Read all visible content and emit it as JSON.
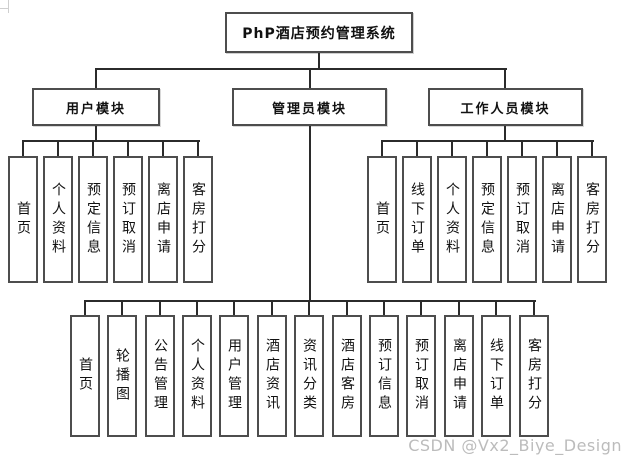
{
  "diagram": {
    "root_label": "PhP酒店预约管理系统",
    "modules": [
      {
        "id": "user",
        "label": "用户模块",
        "children": [
          "首页",
          "个人资料",
          "预定信息",
          "预订取消",
          "离店申请",
          "客房打分"
        ]
      },
      {
        "id": "admin",
        "label": "管理员模块",
        "children": [
          "首页",
          "轮播图",
          "公告管理",
          "个人资料",
          "用户管理",
          "酒店资讯",
          "资讯分类",
          "酒店客房",
          "预订信息",
          "预订取消",
          "离店申请",
          "线下订单",
          "客房打分"
        ]
      },
      {
        "id": "staff",
        "label": "工作人员模块",
        "children": [
          "首页",
          "线下订单",
          "个人资料",
          "预定信息",
          "预订取消",
          "离店申请",
          "客房打分"
        ]
      }
    ],
    "watermark": "CSDN @Vx2_Biye_Design",
    "colors": {
      "line": "#2b2b2b",
      "box_border": "#4d4d4d",
      "box_fill": "#ffffff",
      "text": "#111111",
      "watermark": "#bcbcbc",
      "background": "#ffffff"
    }
  }
}
